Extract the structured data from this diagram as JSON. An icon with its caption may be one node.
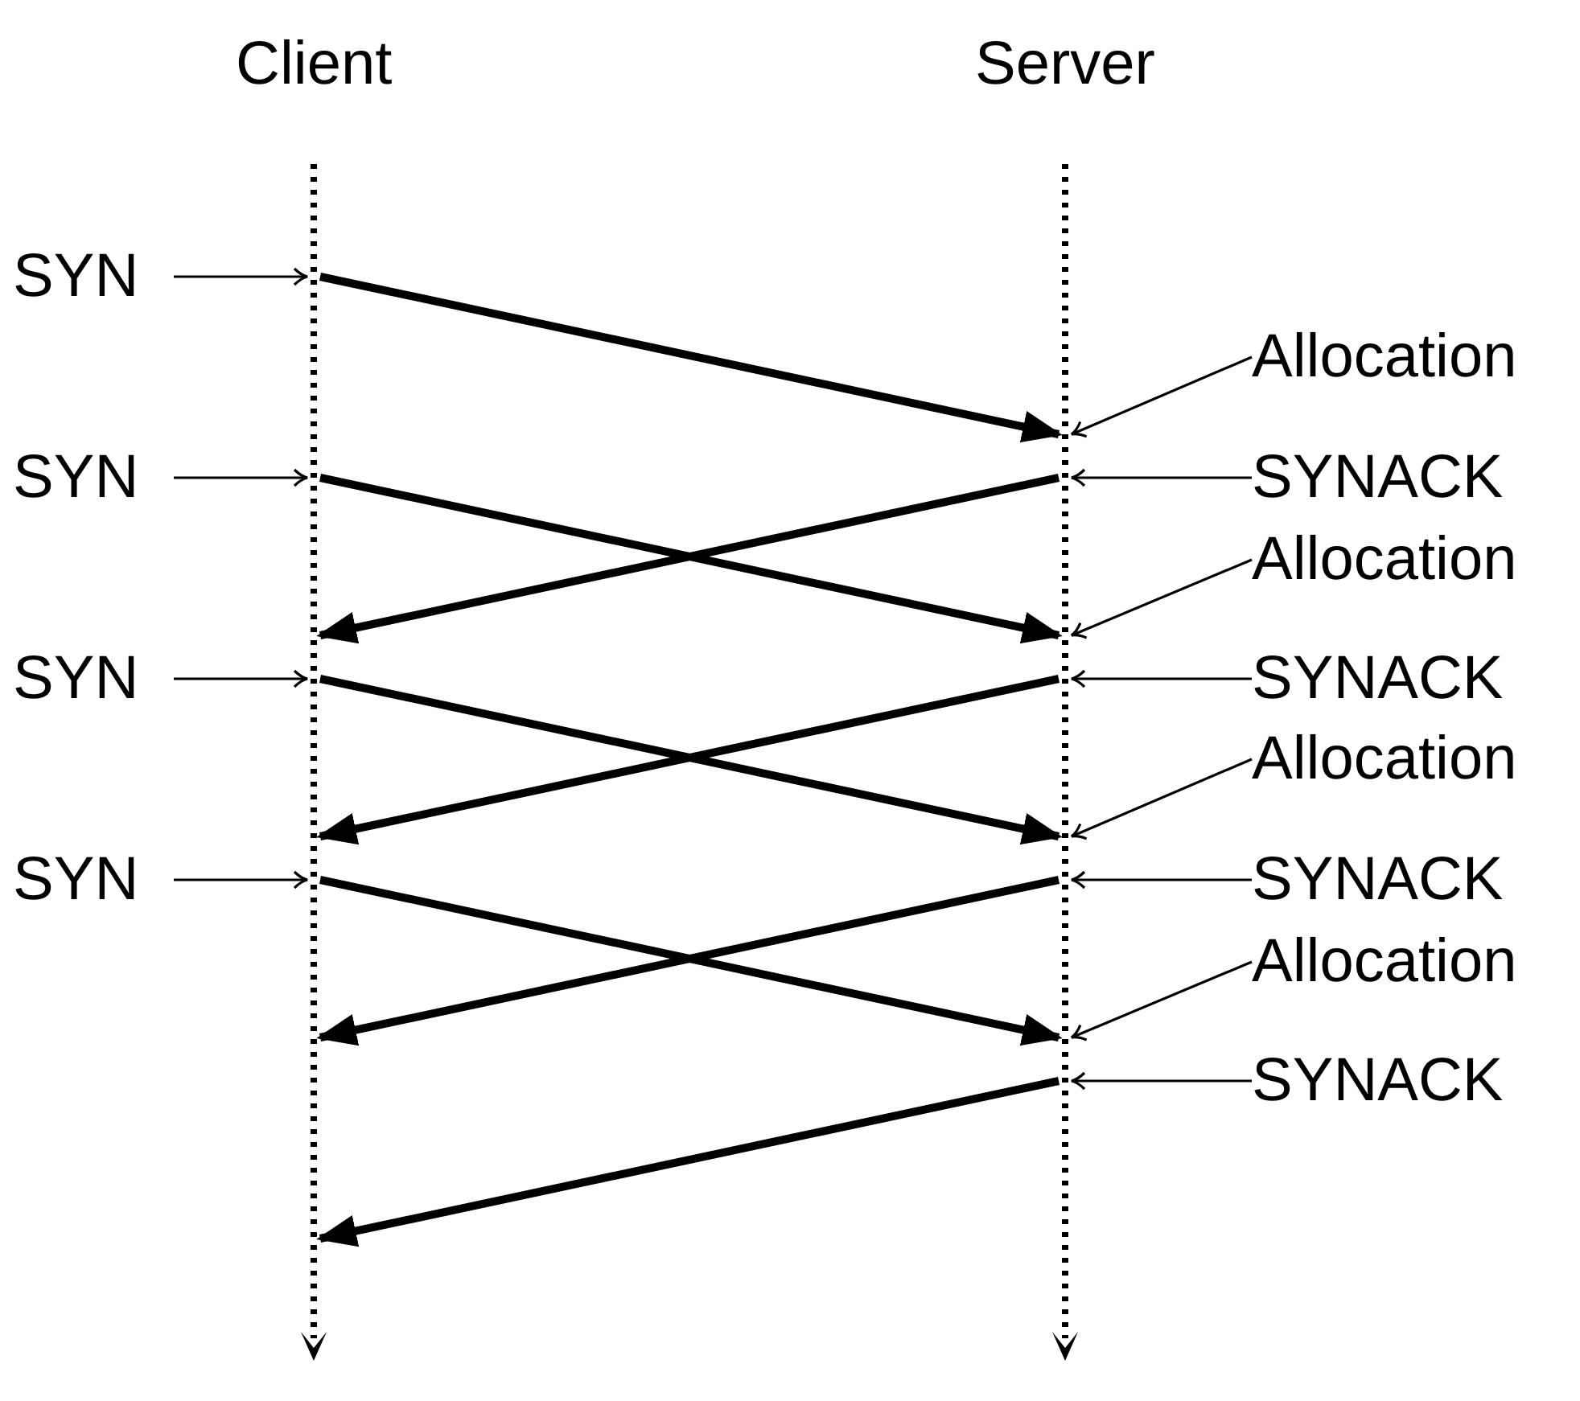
{
  "diagram": {
    "nodes": [
      {
        "text": [],
        "shape": "line"
      },
      {
        "text": [],
        "shape": "line"
      },
      {
        "text": [
          "SYN"
        ]
      },
      {
        "text": [
          "Allocation"
        ]
      },
      {
        "text": [
          "SYN"
        ]
      },
      {
        "text": [
          "SYNACK"
        ]
      },
      {
        "text": [
          "Allocation"
        ]
      },
      {
        "text": [
          "SYN"
        ]
      },
      {
        "text": [
          "SYNACK"
        ]
      },
      {
        "text": [
          "Allocation"
        ]
      },
      {
        "text": [
          "SYN"
        ]
      },
      {
        "text": [
          "SYNACK"
        ]
      },
      {
        "text": [
          "Allocation"
        ]
      },
      {
        "text": [
          "SYNACK"
        ]
      }
    ],
    "edges": [
      {
        "from": 2,
        "to": 0,
        "arrow": "to"
      },
      {
        "from": 0,
        "to": 1,
        "arrow": "to",
        "style": "thick"
      },
      {
        "from": 3,
        "to": 1,
        "arrow": "to"
      },
      {
        "from": 4,
        "to": 0,
        "arrow": "to"
      },
      {
        "from": 0,
        "to": 1,
        "arrow": "to",
        "style": "thick"
      },
      {
        "from": 5,
        "to": 1,
        "arrow": "to"
      },
      {
        "from": 1,
        "to": 0,
        "arrow": "to",
        "style": "thick"
      },
      {
        "from": 6,
        "to": 1,
        "arrow": "to"
      },
      {
        "from": 7,
        "to": 0,
        "arrow": "to"
      },
      {
        "from": 0,
        "to": 1,
        "arrow": "to",
        "style": "thick"
      },
      {
        "from": 8,
        "to": 1,
        "arrow": "to"
      },
      {
        "from": 1,
        "to": 0,
        "arrow": "to",
        "style": "thick"
      },
      {
        "from": 9,
        "to": 1,
        "arrow": "to"
      },
      {
        "from": 10,
        "to": 0,
        "arrow": "to"
      },
      {
        "from": 0,
        "to": 1,
        "arrow": "to",
        "style": "thick"
      },
      {
        "from": 11,
        "to": 1,
        "arrow": "to"
      },
      {
        "from": 1,
        "to": 0,
        "arrow": "to",
        "style": "thick"
      },
      {
        "from": 12,
        "to": 1,
        "arrow": "to"
      },
      {
        "from": 13,
        "to": 1,
        "arrow": "to"
      },
      {
        "from": 1,
        "to": 0,
        "arrow": "to",
        "style": "thick"
      }
    ],
    "labels": [
      "Client",
      "Server"
    ]
  }
}
